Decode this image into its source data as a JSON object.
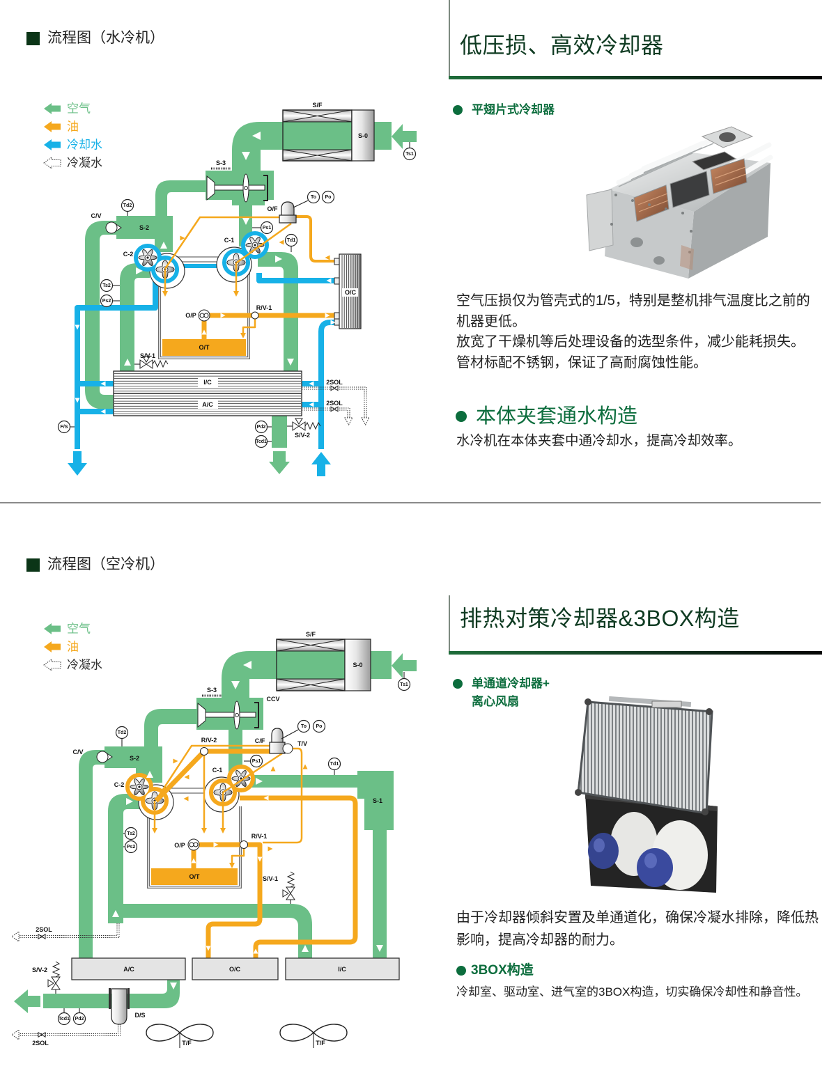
{
  "colors": {
    "air": "#6bbf87",
    "oil": "#f5a81d",
    "water": "#17b1e7",
    "heading": "#0f3b22",
    "accent": "#0c6d3d",
    "title_square": "#0b3517",
    "body_text": "#222222"
  },
  "water_cooled": {
    "title": "流程图（水冷机）",
    "legend": [
      {
        "label": "空气",
        "icon": "air-flow-arrow"
      },
      {
        "label": "油",
        "icon": "oil-flow-arrow"
      },
      {
        "label": "冷却水",
        "icon": "cooling-water-flow-arrow"
      },
      {
        "label": "冷凝水",
        "icon": "condensate-flow-arrow"
      }
    ],
    "labels": {
      "sf": "S/F",
      "s0": "S-0",
      "ts1": "Ts1",
      "s3": "S-3",
      "td2": "Td2",
      "cv": "C/V",
      "s2": "S-2",
      "of": "O/F",
      "to": "To",
      "po": "Po",
      "ps1": "Ps1",
      "c1": "C-1",
      "c2": "C-2",
      "td1": "Td1",
      "ts2": "Ts2",
      "ps2": "Ps2",
      "oc": "O/C",
      "op": "O/P",
      "rv1": "R/V-1",
      "ot": "O/T",
      "sv1": "S/V-1",
      "ic": "I/C",
      "ac": "A/C",
      "sol_1": "2SOL",
      "sol_2": "2SOL",
      "fs": "F/S",
      "pd2": "Pd2",
      "tcd1": "Tcd1",
      "sv2": "S/V-2"
    }
  },
  "air_cooled": {
    "title": "流程图（空冷机）",
    "legend": [
      {
        "label": "空气",
        "icon": "air-flow-arrow"
      },
      {
        "label": "油",
        "icon": "oil-flow-arrow"
      },
      {
        "label": "冷凝水",
        "icon": "condensate-flow-arrow"
      }
    ],
    "labels": {
      "sf": "S/F",
      "s0": "S-0",
      "ts1": "Ts1",
      "s3": "S-3",
      "ccv": "CCV",
      "td2": "Td2",
      "cv": "C/V",
      "s2": "S-2",
      "rv2": "R/V-2",
      "cf": "C/F",
      "to": "To",
      "po": "Po",
      "tv": "T/V",
      "ps1": "Ps1",
      "c1": "C-1",
      "c2": "C-2",
      "td1": "Td1",
      "s1": "S-1",
      "ts2": "Ts2",
      "ps2": "Ps2",
      "op": "O/P",
      "rv1": "R/V-1",
      "ot": "O/T",
      "sv1": "S/V-1",
      "sol_1": "2SOL",
      "sv2": "S/V-2",
      "ac": "A/C",
      "oc": "O/C",
      "ic": "I/C",
      "ds": "D/S",
      "tcd1": "Tcd1",
      "pd2": "Pd2",
      "sol_2": "2SOL",
      "tf_1": "T/F",
      "tf_2": "T/F"
    }
  },
  "feature_low_loss": {
    "heading": "低压损、高效冷却器",
    "subheading": "平翅片式冷却器",
    "paragraphs": [
      "空气压损仅为管壳式的1/5，特别是整机排气温度比之前的机器更低。",
      "放宽了干燥机等后处理设备的选型条件，减少能耗损失。",
      "管材标配不锈钢，保证了高耐腐蚀性能。"
    ],
    "jacket_heading": "本体夹套通水构造",
    "jacket_text": "水冷机在本体夹套中通冷却水，提高冷却效率。"
  },
  "feature_heat": {
    "heading": "排热对策冷却器&3BOX构造",
    "subheading_lines": [
      "单通道冷却器+",
      "离心风扇"
    ],
    "paragraph": "由于冷却器倾斜安置及单通道化，确保冷凝水排除，降低热影响，提高冷却器的耐力。",
    "box_heading": "3BOX构造",
    "box_text": "冷却室、驱动室、进气室的3BOX构造，切实确保冷却性和静音性。"
  }
}
